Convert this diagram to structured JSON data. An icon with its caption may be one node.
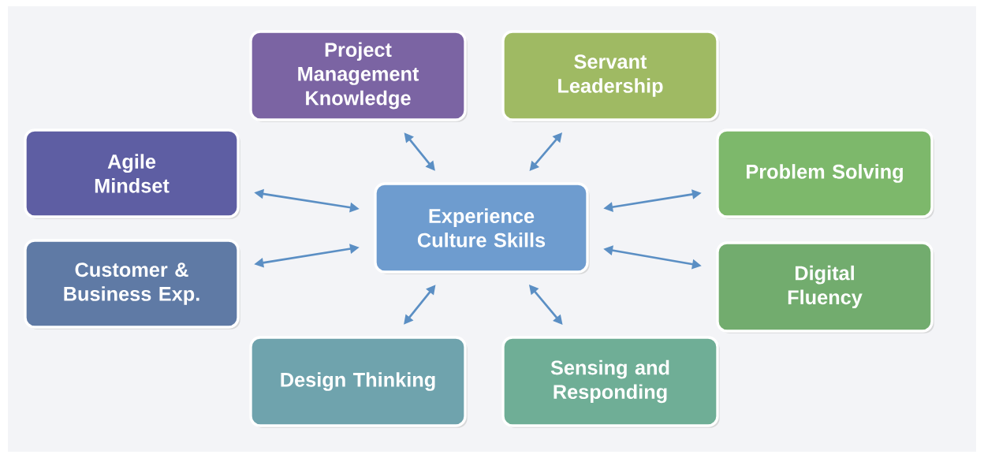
{
  "diagram": {
    "nodes": [
      {
        "text": [
          "Experience Culture Skills"
        ]
      },
      {
        "text": [
          "Project Management Knowledge"
        ]
      },
      {
        "text": [
          "Servant Leadership"
        ]
      },
      {
        "text": [
          "Agile Mindset"
        ]
      },
      {
        "text": [
          "Problem Solving"
        ]
      },
      {
        "text": [
          "Customer & Business Exp."
        ]
      },
      {
        "text": [
          "Digital Fluency"
        ]
      },
      {
        "text": [
          "Design Thinking"
        ]
      },
      {
        "text": [
          "Sensing and Responding"
        ]
      }
    ],
    "edges": [
      {
        "from": 0,
        "to": 1,
        "arrow": "both"
      },
      {
        "from": 0,
        "to": 2,
        "arrow": "both"
      },
      {
        "from": 0,
        "to": 3,
        "arrow": "both"
      },
      {
        "from": 0,
        "to": 4,
        "arrow": "both"
      },
      {
        "from": 0,
        "to": 5,
        "arrow": "both"
      },
      {
        "from": 0,
        "to": 6,
        "arrow": "both"
      },
      {
        "from": 0,
        "to": 7,
        "arrow": "both"
      },
      {
        "from": 0,
        "to": 8,
        "arrow": "both"
      }
    ]
  }
}
